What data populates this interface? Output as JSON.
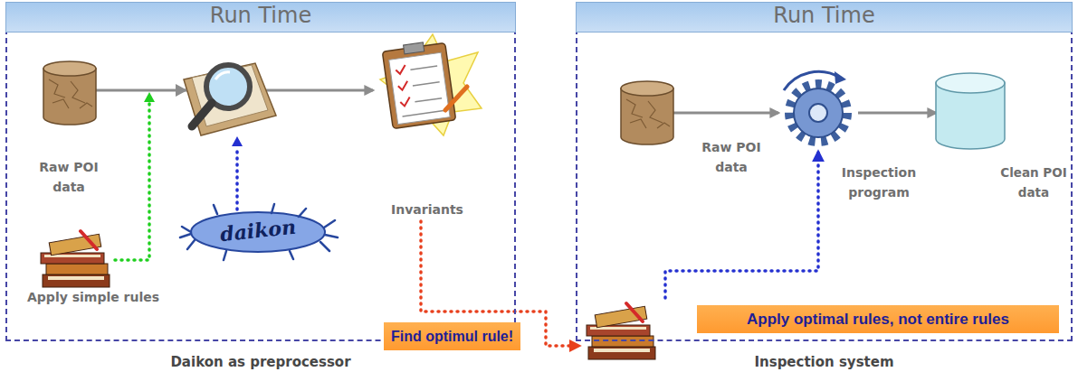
{
  "diagram": {
    "nodes": [
      {
        "text": [
          "Run Time",
          "Daikon as preprocessor"
        ]
      },
      {
        "text": [
          "Raw POI data"
        ],
        "in": 0
      },
      {
        "text": [
          "Invariants"
        ],
        "in": 0
      },
      {
        "text": [
          "Apply simple rules"
        ],
        "in": 0
      },
      {
        "text": [
          "daikon"
        ],
        "in": 0
      },
      {
        "text": [
          "Find optimul rule!"
        ],
        "in": 0
      },
      {
        "text": [
          "Run Time",
          "Inspection system"
        ]
      },
      {
        "text": [
          "Raw POI data"
        ],
        "in": 6
      },
      {
        "text": [
          "Inspection program"
        ],
        "in": 6
      },
      {
        "text": [
          "Clean POI data"
        ],
        "in": 6
      },
      {
        "text": [
          "Apply optimal rules, not entire rules"
        ],
        "in": 6
      }
    ],
    "edges": [
      {
        "from": 1,
        "to": 2,
        "arrow": "to"
      },
      {
        "from": 2,
        "to": 10,
        "arrow": "to"
      },
      {
        "from": 7,
        "to": 8,
        "arrow": "to"
      },
      {
        "from": 8,
        "to": 9,
        "arrow": "to"
      },
      {
        "from": 10,
        "to": 8,
        "arrow": "to"
      }
    ]
  }
}
